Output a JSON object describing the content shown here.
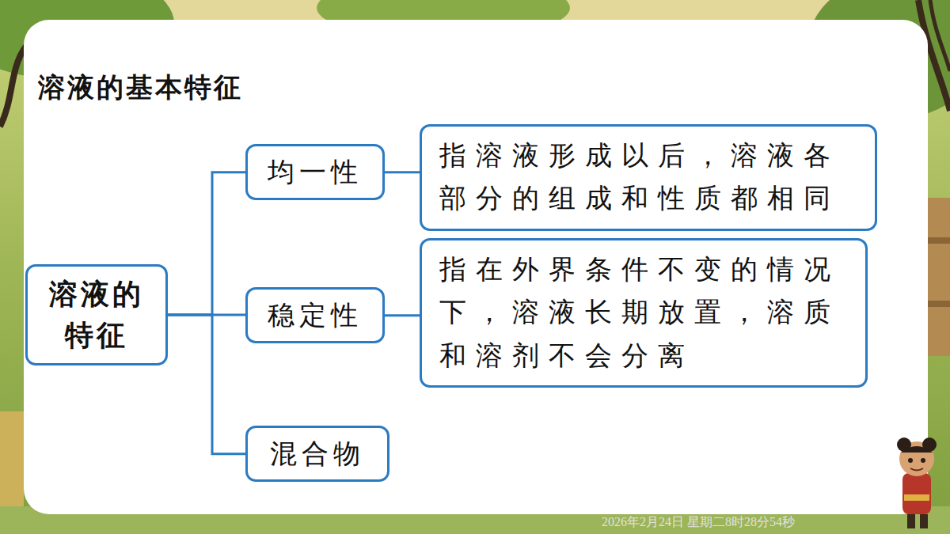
{
  "diagram": {
    "title": "溶液的基本特征",
    "nodes": [
      {
        "text": [
          "溶液的 特征"
        ]
      },
      {
        "text": [
          "均一性"
        ]
      },
      {
        "text": [
          "指溶液形成以后，溶液各 部分的组成和性质都相同"
        ]
      },
      {
        "text": [
          "稳定性"
        ]
      },
      {
        "text": [
          "指在外界条件不变的情况 下，溶液长期放置，溶质 和溶剂不会分离"
        ]
      },
      {
        "text": [
          "混合物"
        ]
      }
    ],
    "edges": [
      {
        "from": 0,
        "to": 1,
        "arrow": "none"
      },
      {
        "from": 0,
        "to": 3,
        "arrow": "none"
      },
      {
        "from": 0,
        "to": 5,
        "arrow": "none"
      },
      {
        "from": 1,
        "to": 2,
        "arrow": "none"
      },
      {
        "from": 3,
        "to": 4,
        "arrow": "none"
      }
    ],
    "labels": [
      "2026年2月24日 星期二8时28分54秒"
    ]
  }
}
